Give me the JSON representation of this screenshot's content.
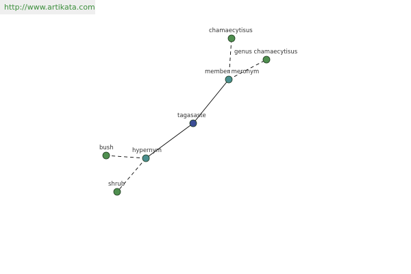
{
  "watermark": {
    "text": "http://www.artikata.com"
  },
  "graph": {
    "colors": {
      "edge": "#000000",
      "center_node": "#3b4d96",
      "relation_node": "#4a8f8f",
      "leaf_node": "#4f8f4f",
      "node_stroke": "#1f3a1f"
    },
    "nodes": [
      {
        "id": "tagasaste",
        "label": "tagasaste",
        "kind": "center"
      },
      {
        "id": "member-meronym",
        "label": "member meronym",
        "kind": "relation"
      },
      {
        "id": "hypernym",
        "label": "hypernym",
        "kind": "relation"
      },
      {
        "id": "chamaecytisus",
        "label": "chamaecytisus",
        "kind": "leaf"
      },
      {
        "id": "genus-chamaecytisus",
        "label": "genus chamaecytisus",
        "kind": "leaf"
      },
      {
        "id": "bush",
        "label": "bush",
        "kind": "leaf"
      },
      {
        "id": "shrub",
        "label": "shrub",
        "kind": "leaf"
      }
    ],
    "edges": [
      {
        "from": "tagasaste",
        "to": "member-meronym",
        "style": "solid"
      },
      {
        "from": "tagasaste",
        "to": "hypernym",
        "style": "solid"
      },
      {
        "from": "member-meronym",
        "to": "chamaecytisus",
        "style": "dashed"
      },
      {
        "from": "member-meronym",
        "to": "genus-chamaecytisus",
        "style": "dashed"
      },
      {
        "from": "hypernym",
        "to": "bush",
        "style": "dashed"
      },
      {
        "from": "hypernym",
        "to": "shrub",
        "style": "dashed"
      }
    ]
  }
}
